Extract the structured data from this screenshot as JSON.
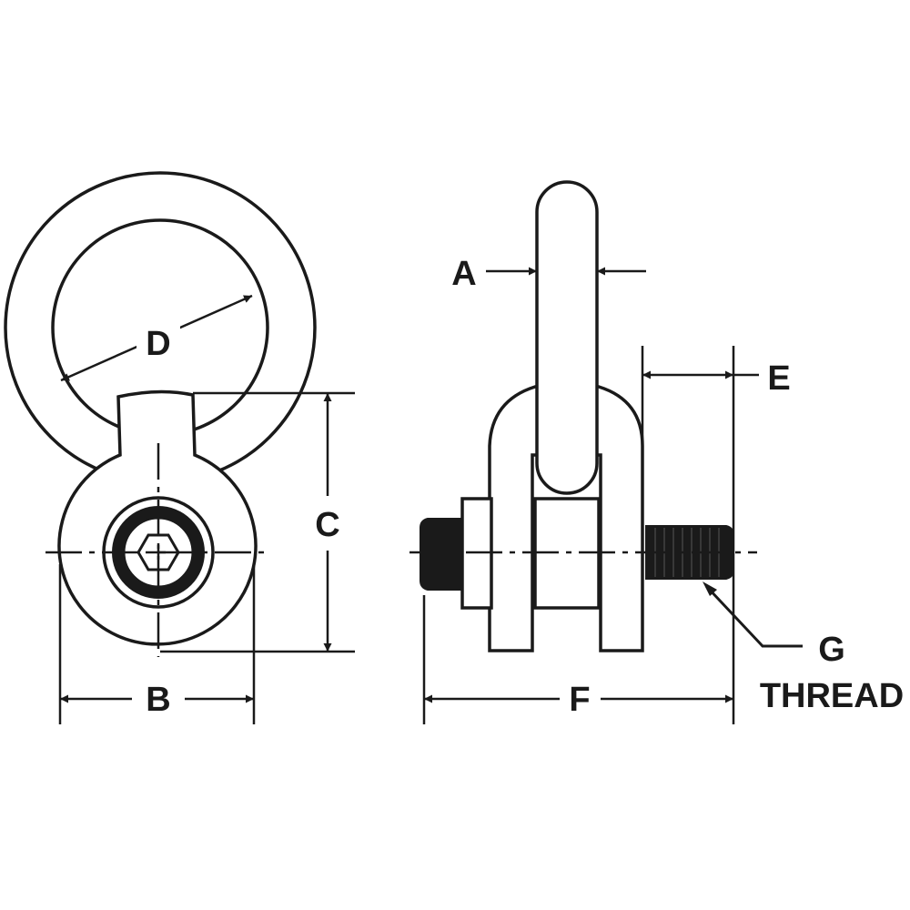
{
  "labels": {
    "a": "A",
    "b": "B",
    "c": "C",
    "d": "D",
    "e": "E",
    "f": "F",
    "g": "G",
    "thread": "THREAD"
  },
  "colors": {
    "ink": "#1a1a1a",
    "background": "#ffffff"
  }
}
